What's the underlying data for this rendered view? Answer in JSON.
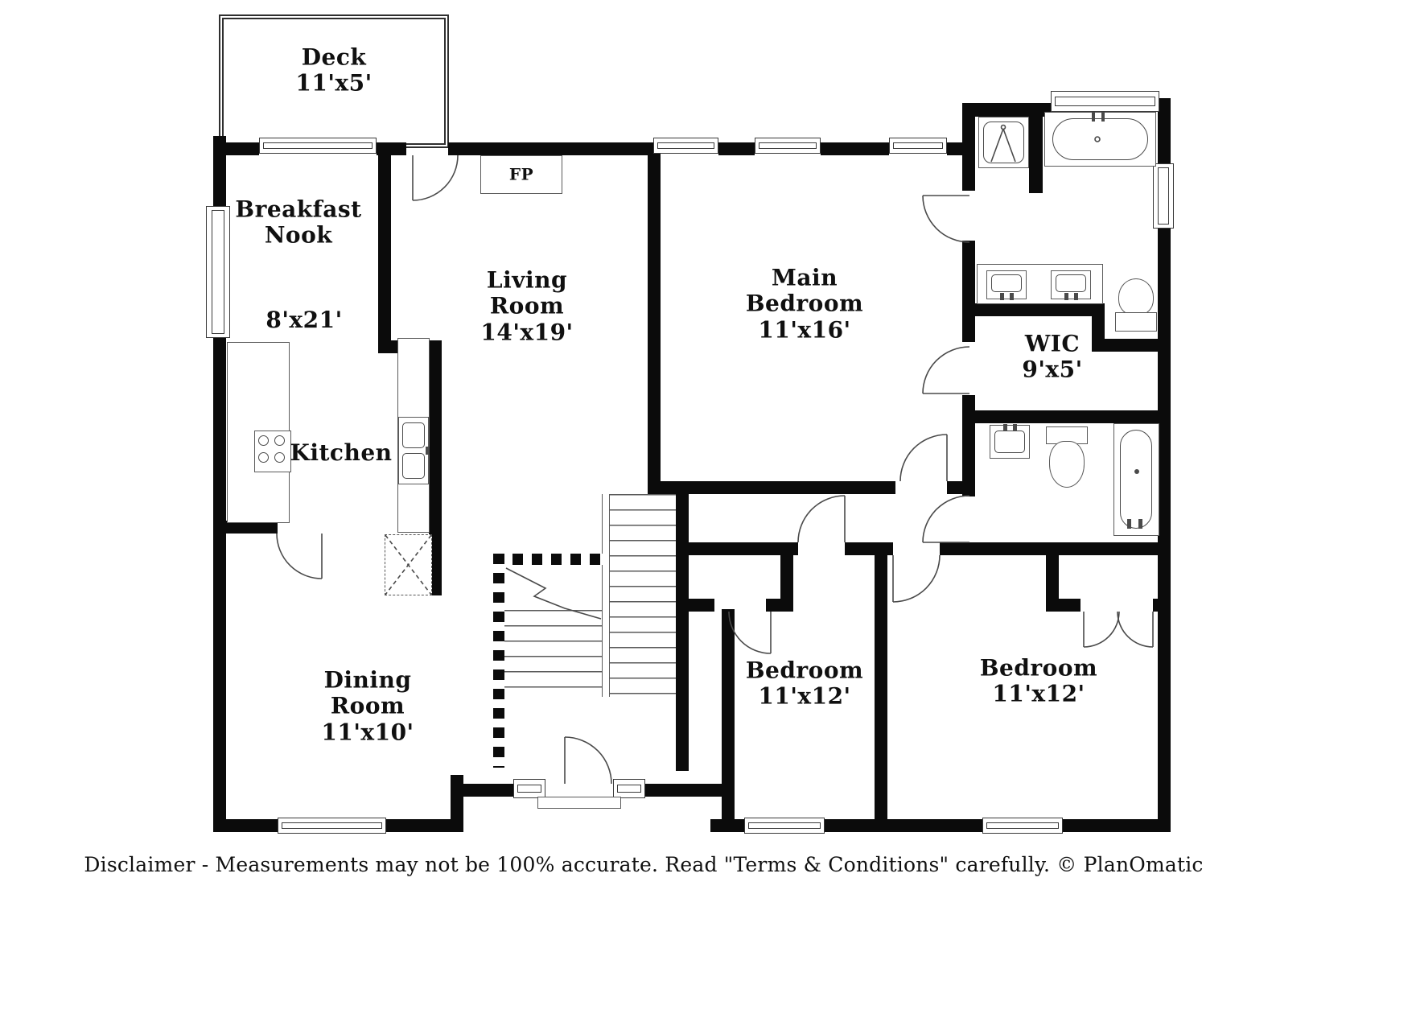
{
  "rooms": [
    {
      "name": "Deck",
      "dims": "11'x5'"
    },
    {
      "name": "Breakfast Nook",
      "dims": "8'x21'"
    },
    {
      "name": "Living Room",
      "dims": "14'x19'"
    },
    {
      "name": "Kitchen",
      "dims": ""
    },
    {
      "name": "Main Bedroom",
      "dims": "11'x16'"
    },
    {
      "name": "WIC",
      "dims": "9'x5'"
    },
    {
      "name": "Dining Room",
      "dims": "11'x10'"
    },
    {
      "name": "Bedroom",
      "dims": "11'x12'"
    },
    {
      "name": "Bedroom",
      "dims": "11'x12'"
    }
  ],
  "labels": {
    "fireplace": "FP"
  },
  "fixtures": [
    "stove",
    "kitchen-double-sink",
    "refrigerator-space",
    "shower",
    "bathtub",
    "double-vanity",
    "toilet",
    "sink",
    "toilet",
    "bathtub",
    "stairs"
  ],
  "footer": {
    "disclaimer": "Disclaimer - Measurements may not be 100% accurate. Read \"Terms & Conditions\" carefully. © PlanOmatic"
  },
  "colors": {
    "wall": "#0b0b0b",
    "line": "#4a4a4a",
    "text": "#101010",
    "background": "#ffffff"
  }
}
